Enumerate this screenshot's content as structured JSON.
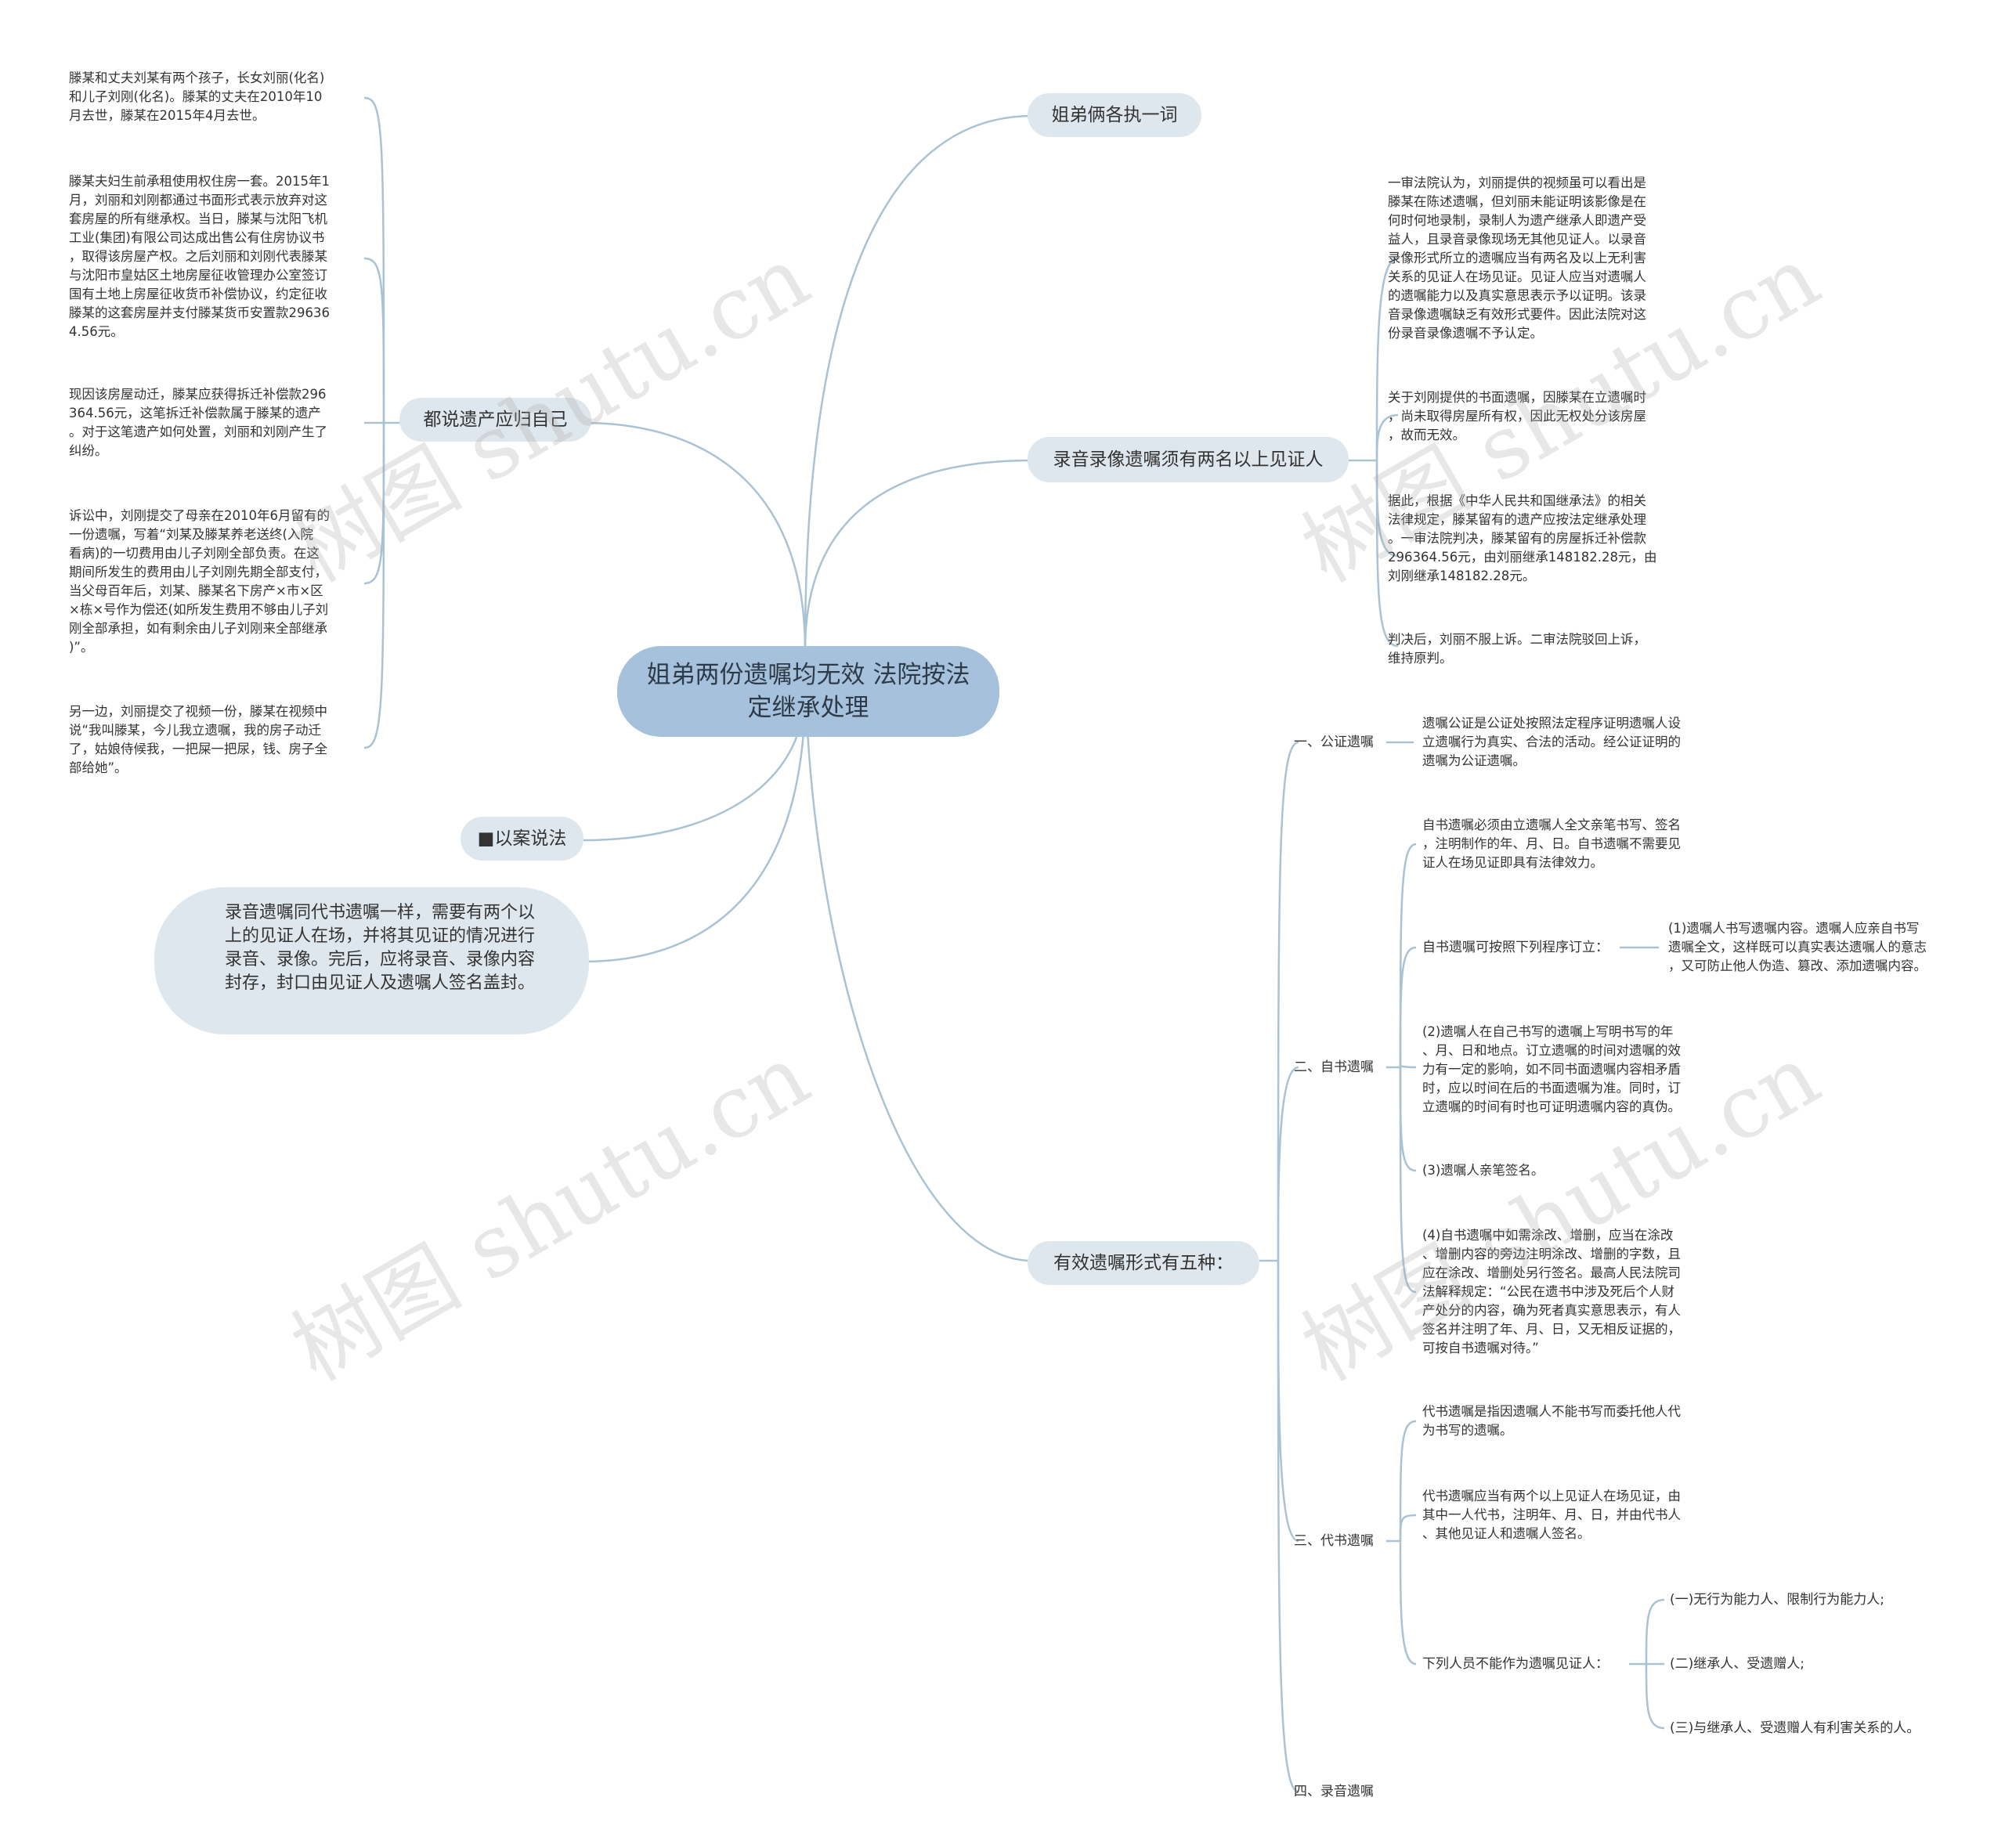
{
  "root": "姐弟两份遗嘱均无效 法院按法定继承处理",
  "branches": {
    "dispute": "姐弟俩各执一词",
    "heritage": "都说遗产应归自己",
    "case": "■以案说法",
    "audio_note": "录音遗嘱同代书遗嘱一样，需要有两个以上的见证人在场，并将其见证的情况进行录音、录像。完后，应将录音、录像内容封存，封口由见证人及遗嘱人签名盖封。",
    "audio_rule": "录音录像遗嘱须有两名以上见证人",
    "forms": "有效遗嘱形式有五种："
  },
  "left_texts": [
    "滕某和丈夫刘某有两个孩子，长女刘丽(化名)\n和儿子刘刚(化名)。滕某的丈夫在2010年10\n月去世，滕某在2015年4月去世。",
    "滕某夫妇生前承租使用权住房一套。2015年1\n月，刘丽和刘刚都通过书面形式表示放弃对这\n套房屋的所有继承权。当日，滕某与沈阳飞机\n工业(集团)有限公司达成出售公有住房协议书\n，取得该房屋产权。之后刘丽和刘刚代表滕某\n与沈阳市皇姑区土地房屋征收管理办公室签订\n国有土地上房屋征收货币补偿协议，约定征收\n滕某的这套房屋并支付滕某货币安置款29636\n4.56元。",
    "现因该房屋动迁，滕某应获得拆迁补偿款296\n364.56元，这笔拆迁补偿款属于滕某的遗产\n。对于这笔遗产如何处置，刘丽和刘刚产生了\n纠纷。",
    "诉讼中，刘刚提交了母亲在2010年6月留有的\n一份遗嘱，写着“刘某及滕某养老送终(入院\n看病)的一切费用由儿子刘刚全部负责。在这\n期间所发生的费用由儿子刘刚先期全部支付，\n当父母百年后，刘某、滕某名下房产×市×区\n×栋×号作为偿还(如所发生费用不够由儿子刘\n刚全部承担，如有剩余由儿子刘刚来全部继承\n)”。",
    "另一边，刘丽提交了视频一份，滕某在视频中\n说“我叫滕某，今儿我立遗嘱，我的房子动迁\n了，姑娘侍候我，一把屎一把尿，钱、房子全\n部给她”。"
  ],
  "right_top_texts": [
    "一审法院认为，刘丽提供的视频虽可以看出是\n滕某在陈述遗嘱，但刘丽未能证明该影像是在\n何时何地录制，录制人为遗产继承人即遗产受\n益人，且录音录像现场无其他见证人。以录音\n录像形式所立的遗嘱应当有两名及以上无利害\n关系的见证人在场见证。见证人应当对遗嘱人\n的遗嘱能力以及真实意思表示予以证明。该录\n音录像遗嘱缺乏有效形式要件。因此法院对这\n份录音录像遗嘱不予认定。",
    "关于刘刚提供的书面遗嘱，因滕某在立遗嘱时\n，尚未取得房屋所有权，因此无权处分该房屋\n，故而无效。",
    "据此，根据《中华人民共和国继承法》的相关\n法律规定，滕某留有的遗产应按法定继承处理\n。一审法院判决，滕某留有的房屋拆迁补偿款\n296364.56元，由刘丽继承148182.28元，由\n刘刚继承148182.28元。",
    "判决后，刘丽不服上诉。二审法院驳回上诉，\n维持原判。"
  ],
  "forms": {
    "notary": {
      "label": "一、公证遗嘱",
      "text": "遗嘱公证是公证处按照法定程序证明遗嘱人设\n立遗嘱行为真实、合法的活动。经公证证明的\n遗嘱为公证遗嘱。"
    },
    "holograph": {
      "label": "二、自书遗嘱",
      "intro": "自书遗嘱必须由立遗嘱人全文亲笔书写、签名\n，注明制作的年、月、日。自书遗嘱不需要见\n证人在场见证即具有法律效力。",
      "procedure_label": "自书遗嘱可按照下列程序订立：",
      "step1": "(1)遗嘱人书写遗嘱内容。遗嘱人应亲自书写\n遗嘱全文，这样既可以真实表达遗嘱人的意志\n，又可防止他人伪造、篡改、添加遗嘱内容。",
      "step2": "(2)遗嘱人在自己书写的遗嘱上写明书写的年\n、月、日和地点。订立遗嘱的时间对遗嘱的效\n力有一定的影响，如不同书面遗嘱内容相矛盾\n时，应以时间在后的书面遗嘱为准。同时，订\n立遗嘱的时间有时也可证明遗嘱内容的真伪。",
      "step3": "(3)遗嘱人亲笔签名。",
      "step4": "(4)自书遗嘱中如需涂改、增删，应当在涂改\n、增删内容的旁边注明涂改、增删的字数，且\n应在涂改、增删处另行签名。最高人民法院司\n法解释规定：“公民在遗书中涉及死后个人财\n产处分的内容，确为死者真实意思表示，有人\n签名并注明了年、月、日，又无相反证据的，\n可按自书遗嘱对待。”"
    },
    "proxy": {
      "label": "三、代书遗嘱",
      "def": "代书遗嘱是指因遗嘱人不能书写而委托他人代\n为书写的遗嘱。",
      "req": "代书遗嘱应当有两个以上见证人在场见证，由\n其中一人代书，注明年、月、日，并由代书人\n、其他见证人和遗嘱人签名。",
      "excluded_label": "下列人员不能作为遗嘱见证人：",
      "excluded": [
        "(一)无行为能力人、限制行为能力人;",
        "(二)继承人、受遗赠人;",
        "(三)与继承人、受遗赠人有利害关系的人。"
      ]
    },
    "audio": {
      "label": "四、录音遗嘱"
    }
  },
  "watermark": "树图 shutu.cn"
}
